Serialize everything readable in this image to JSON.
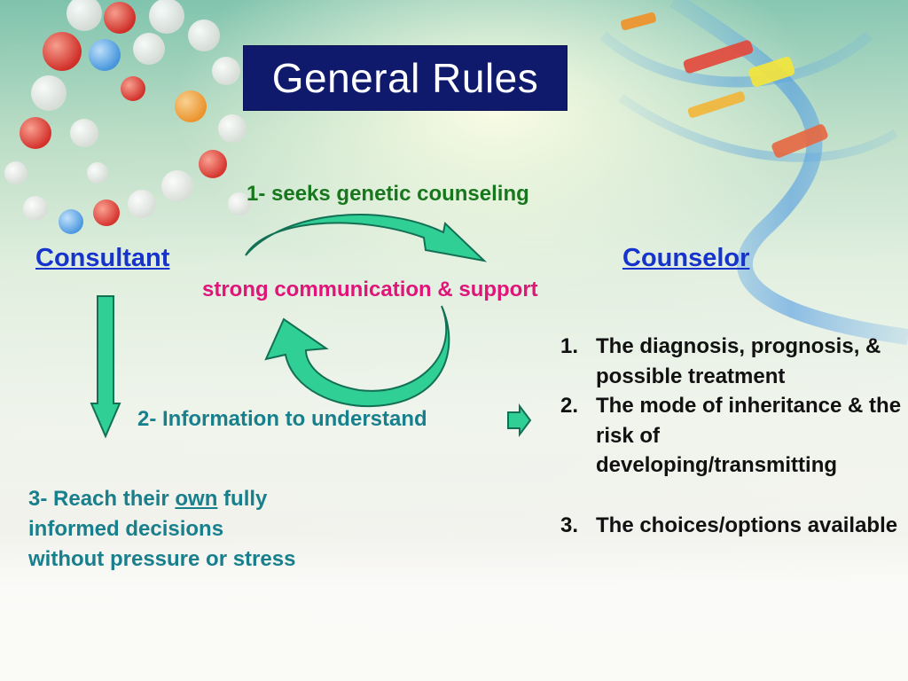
{
  "slide": {
    "title": "General Rules",
    "consultant_label": "Consultant",
    "counselor_label": "Counselor",
    "step1": "1- seeks genetic counseling",
    "communication": "strong communication & support",
    "step2": "2- Information to understand",
    "step3": {
      "line1_before": "3- Reach their ",
      "line1_emph": "own",
      "line1_after": " fully",
      "line2": "informed decisions",
      "line3": "without pressure or stress"
    },
    "info_list": [
      {
        "num": "1.",
        "text": "The diagnosis, prognosis, & possible treatment"
      },
      {
        "num": "2.",
        "text": "The mode of inheritance & the risk of developing/transmitting"
      },
      {
        "num": "3.",
        "text": "The choices/options available"
      }
    ]
  },
  "colors": {
    "title_bg": "#0f1a6d",
    "title_text": "#ffffff",
    "role_blue": "#1633cc",
    "step_green": "#17771d",
    "communication_pink": "#e0157a",
    "teal_text": "#187f8c",
    "arrow_green": "#2fcf95",
    "list_text": "#111111"
  },
  "icons": {
    "cycle": "circular-arrows-icon",
    "down_arrow": "down-arrow-icon",
    "right_arrow": "right-arrow-icon",
    "background": "dna-molecule-illustration"
  }
}
